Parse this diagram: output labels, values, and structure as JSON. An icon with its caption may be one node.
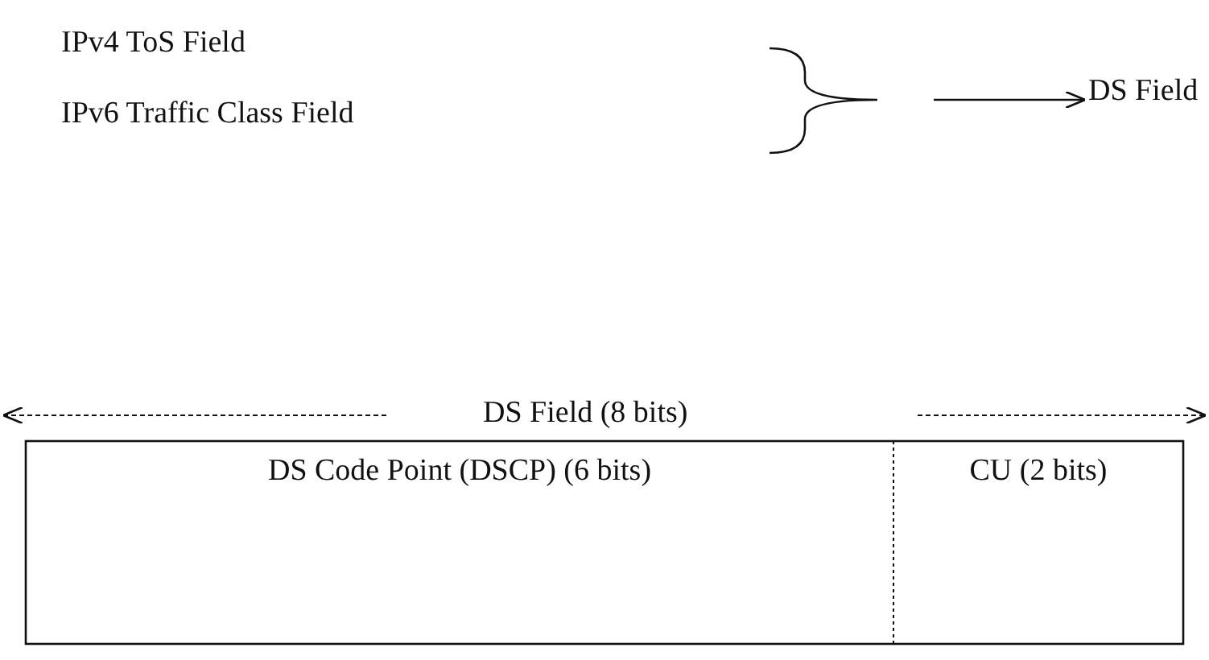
{
  "diagram": {
    "nodes": [
      {
        "text": [
          "IPv4 ToS Field"
        ]
      },
      {
        "text": [
          "IPv6 Traffic Class Field"
        ]
      },
      {
        "text": [
          "DS Field"
        ]
      },
      {
        "text": [
          "DS Code Point (DSCP) (6 bits)"
        ]
      },
      {
        "text": [
          "CU (2 bits)"
        ]
      }
    ],
    "edges": [
      {
        "from": null,
        "to": 2,
        "arrow": "to"
      }
    ],
    "labels": [
      "DS Field (8 bits)"
    ]
  }
}
